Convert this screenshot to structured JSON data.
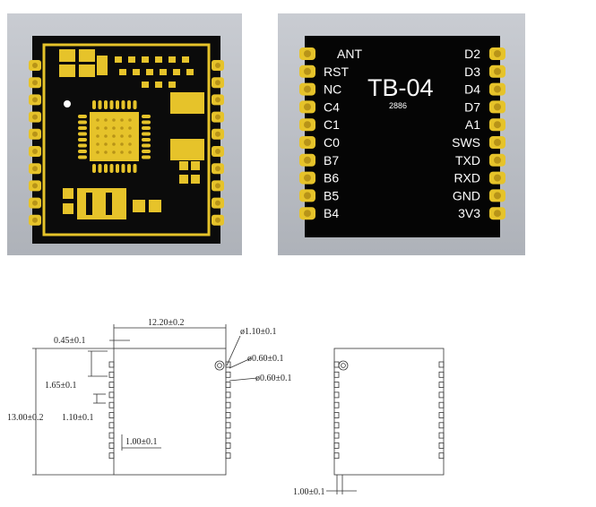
{
  "module": {
    "model": "TB-04",
    "mark": "2886",
    "left_pins": [
      "ANT",
      "RST",
      "NC",
      "C4",
      "C1",
      "C0",
      "B7",
      "B6",
      "B5",
      "B4"
    ],
    "right_pins": [
      "D2",
      "D3",
      "D4",
      "D7",
      "A1",
      "SWS",
      "TXD",
      "RXD",
      "GND",
      "3V3"
    ]
  },
  "dimensions": {
    "width": "12.20±0.2",
    "height": "13.00±0.2",
    "edge_offset": "0.45±0.1",
    "pitch_top": "1.65±0.1",
    "pad_length": "1.10±0.1",
    "pad_pitch": "1.00±0.1",
    "hole_outer": "ø1.10±0.1",
    "hole_inner": "ø0.60±0.1",
    "hole_pad": "ø0.60±0.1",
    "side_pitch": "1.00±0.1"
  },
  "colors": {
    "board": "#0b0b0b",
    "gold": "#e6c32a",
    "gold_dark": "#b89418",
    "line": "#333333"
  }
}
